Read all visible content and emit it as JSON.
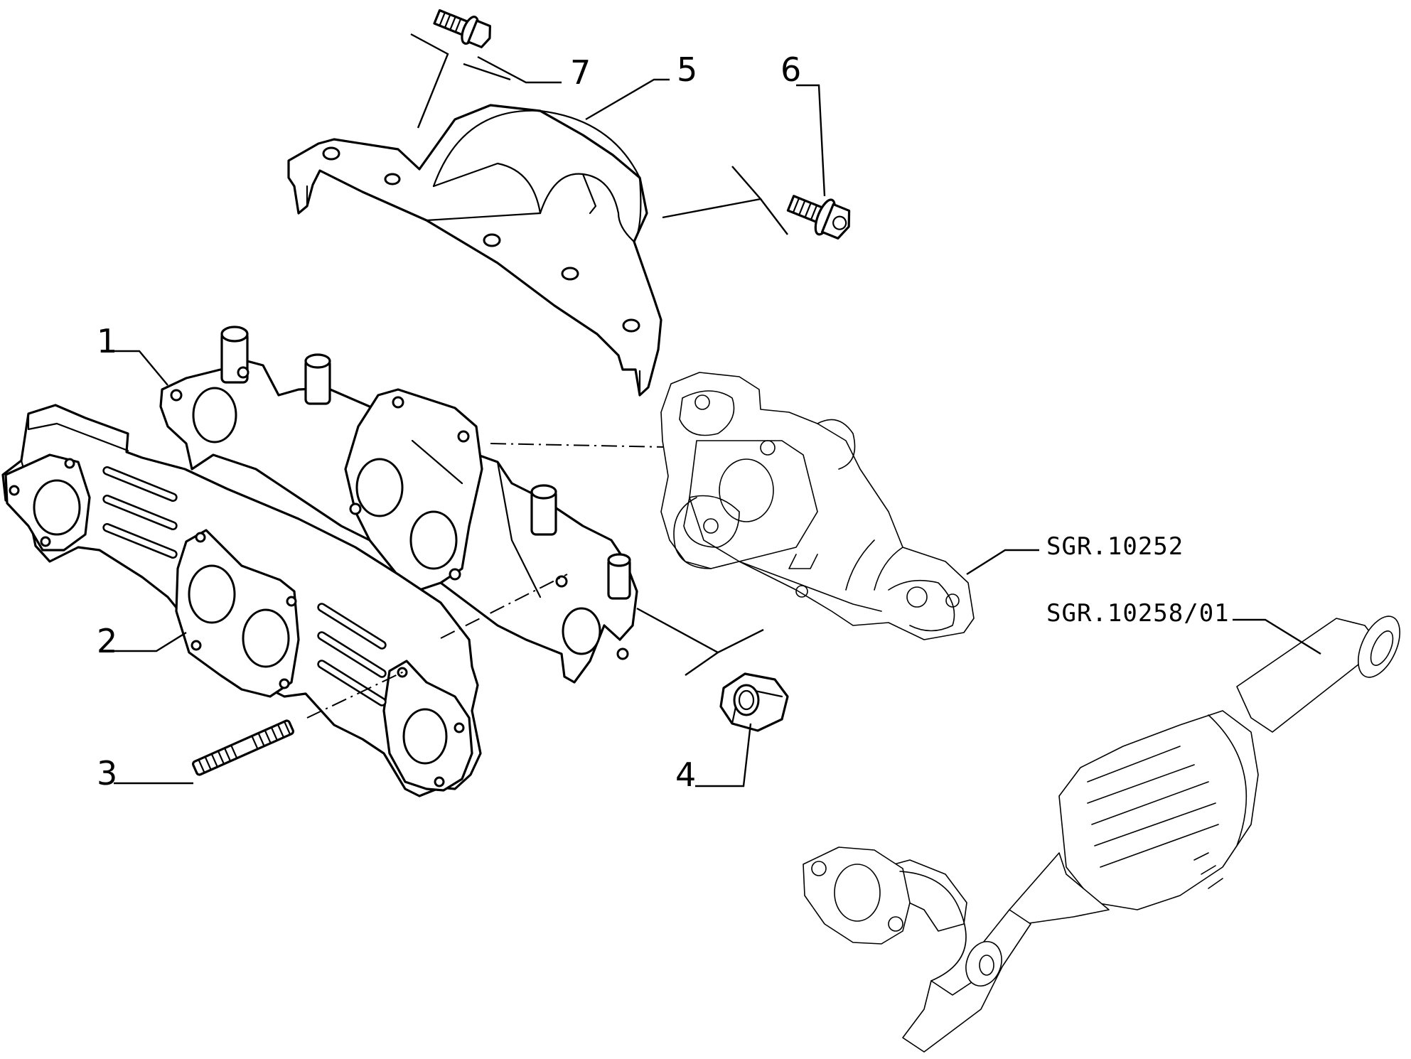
{
  "callouts": {
    "c1": "1",
    "c2": "2",
    "c3": "3",
    "c4": "4",
    "c5": "5",
    "c6": "6",
    "c7": "7"
  },
  "references": {
    "ref_manifold": "SGR.10252",
    "ref_catalyst": "SGR.10258/01"
  }
}
